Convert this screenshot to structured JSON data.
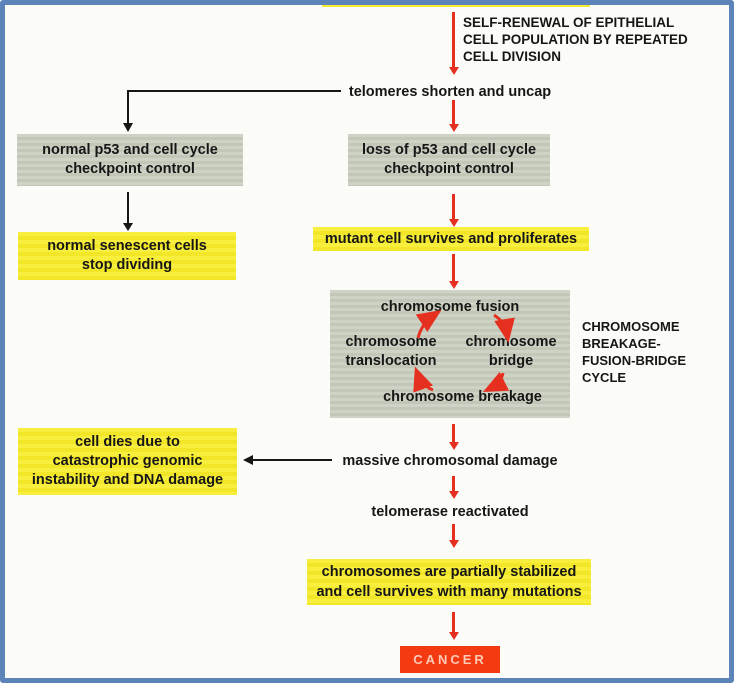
{
  "palette": {
    "border_blue": "#5c84b8",
    "bg": "#fbfbf7",
    "ink": "#161616",
    "red": "#e53020",
    "yellow": "#f6ec32",
    "gray_box": "#c9cdbf",
    "cancer_bg": "#f43a10",
    "cancer_text": "#ffc9b8"
  },
  "flow": {
    "self_renewal": "SELF-RENEWAL OF EPITHELIAL\nCELL POPULATION BY REPEATED\nCELL DIVISION",
    "telomeres": "telomeres shorten and uncap",
    "normal_p53": "normal p53 and cell cycle\ncheckpoint control",
    "normal_senescent": "normal senescent cells\nstop dividing",
    "loss_p53": "loss of p53 and cell cycle\ncheckpoint control",
    "mutant_cell": "mutant cell survives and proliferates",
    "cycle": {
      "fusion": "chromosome fusion",
      "bridge": "chromosome\nbridge",
      "breakage": "chromosome breakage",
      "translocation": "chromosome\ntranslocation",
      "label": "CHROMOSOME\nBREAKAGE-\nFUSION-BRIDGE\nCYCLE"
    },
    "massive_damage": "massive chromosomal damage",
    "cell_dies": "cell dies due to\ncatastrophic genomic\ninstability and DNA damage",
    "telomerase": "telomerase reactivated",
    "stabilized": "chromosomes are partially stabilized\nand cell survives with many mutations",
    "cancer": "CANCER"
  }
}
